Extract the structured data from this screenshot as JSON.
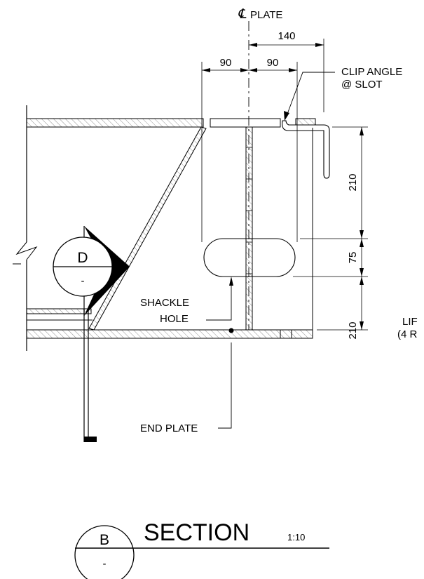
{
  "labels": {
    "cl_symbol": "℄",
    "cl_plate": "PLATE",
    "dim_140": "140",
    "dim_90_left": "90",
    "dim_90_right": "90",
    "clip_angle_line1": "CLIP ANGLE",
    "clip_angle_line2": "@ SLOT",
    "dim_210_top": "210",
    "dim_75": "75",
    "dim_210_bottom": "210",
    "lif_line1": "LIF",
    "lif_line2": "(4 R",
    "shackle_line1": "SHACKLE",
    "shackle_line2": "HOLE",
    "end_plate": "END PLATE"
  },
  "detail_callout": {
    "letter": "D",
    "sheet": "-"
  },
  "section_title": {
    "letter": "B",
    "sheet": "-",
    "title": "SECTION",
    "scale": "1:10"
  }
}
